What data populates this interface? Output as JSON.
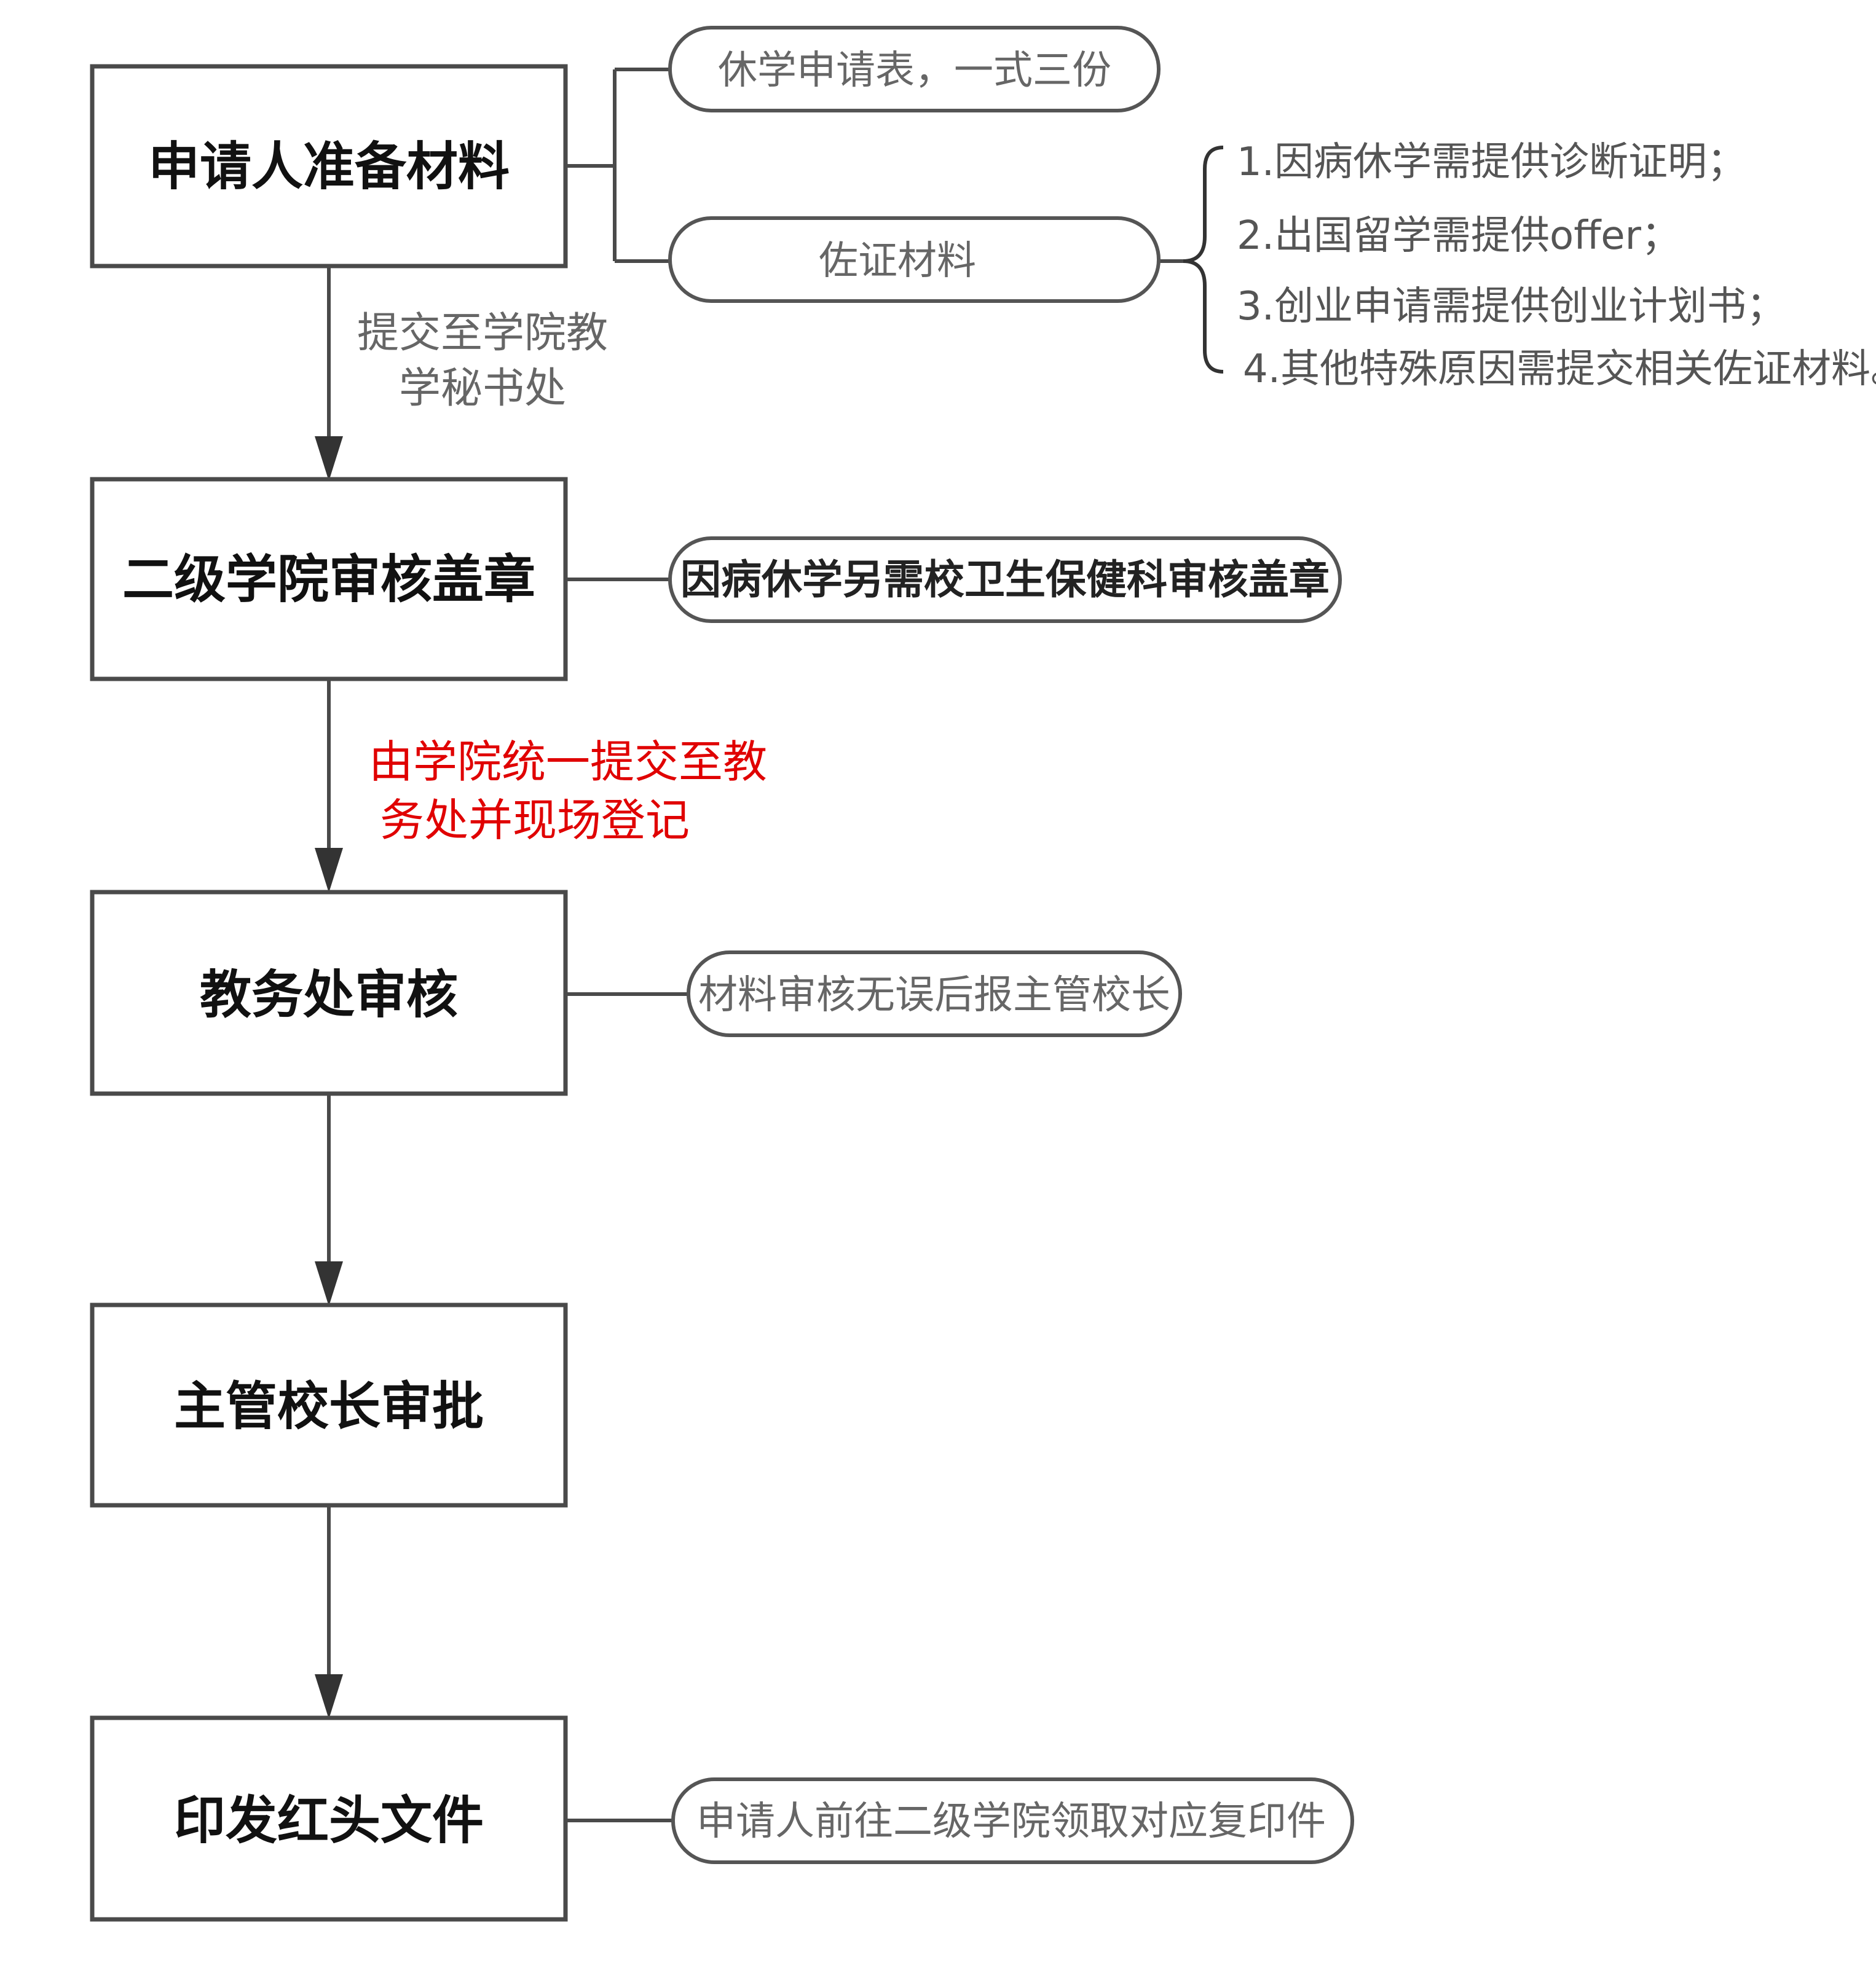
{
  "diagram": {
    "steps": [
      "申请人准备材料",
      "二级学院审核盖章",
      "教务处审核",
      "主管校长审批",
      "印发红头文件"
    ],
    "materials": {
      "form": "休学申请表，一式三份",
      "evidence": "佐证材料",
      "evidence_items": [
        "1.因病休学需提供诊断证明；",
        "2.出国留学需提供offer；",
        "3.创业申请需提供创业计划书；",
        "4.其他特殊原因需提交相关佐证材料。"
      ]
    },
    "arrow_labels": {
      "submit_to_secretary": [
        "提交至学院教",
        "学秘书处"
      ],
      "submit_to_academic_affairs": [
        "由学院统一提交至教",
        "务处并现场登记"
      ]
    },
    "notes": {
      "college_review": "因病休学另需校卫生保健科审核盖章",
      "academic_affairs": "材料审核无误后报主管校长",
      "document_issue": "申请人前往二级学院领取对应复印件"
    },
    "colors": {
      "highlight_label": "#e00000",
      "box_border": "#4a4a4a",
      "note_text": "#666666"
    }
  }
}
